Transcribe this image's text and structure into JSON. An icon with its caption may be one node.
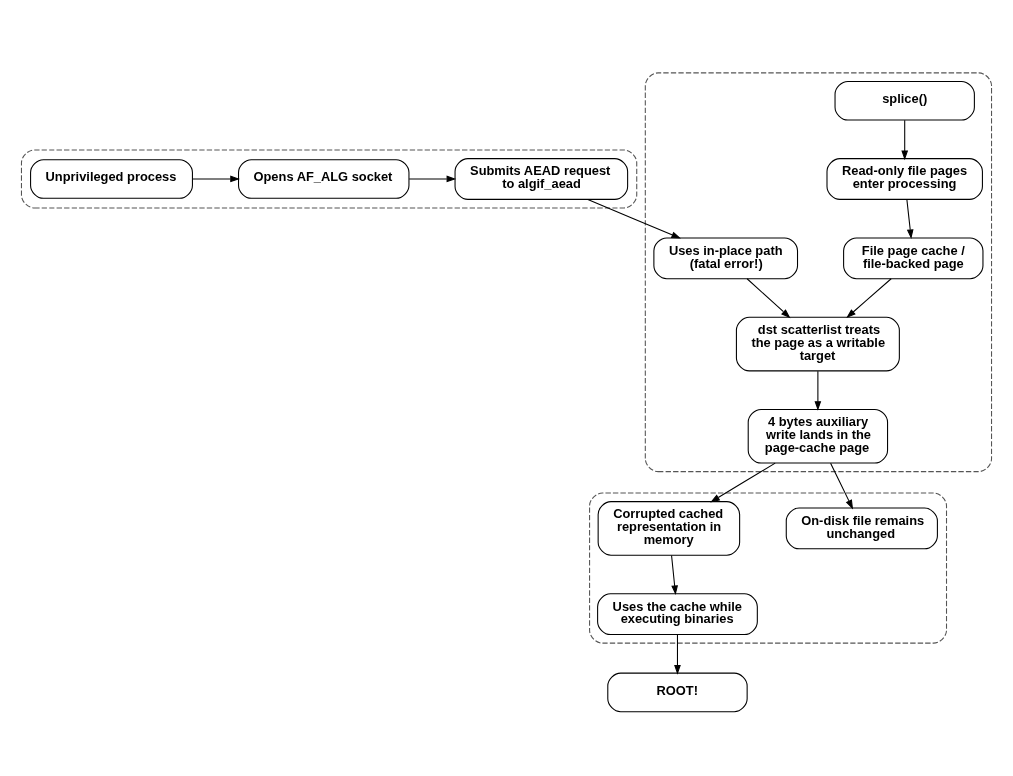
{
  "diagram": {
    "nodes": [
      {
        "text": [],
        "shape": "box"
      },
      {
        "text": [
          "Unprivileged process"
        ],
        "in": 0
      },
      {
        "text": [
          "Opens AF_ALG socket"
        ],
        "in": 0
      },
      {
        "text": [
          "Submits AEAD request to algif_aead"
        ],
        "in": 0
      },
      {
        "text": [],
        "shape": "box"
      },
      {
        "text": [
          "splice()"
        ],
        "in": 4
      },
      {
        "text": [
          "Read-only file pages enter processing"
        ],
        "in": 4
      },
      {
        "text": [
          "File page cache / file-backed page"
        ],
        "in": 4
      },
      {
        "text": [
          "Uses in-place path (fatal error!)"
        ],
        "in": 4
      },
      {
        "text": [
          "dst scatterlist treats the page as a writable target"
        ],
        "in": 4
      },
      {
        "text": [
          "4 bytes auxiliary write lands in the page-cache page"
        ],
        "in": 4
      },
      {
        "text": [],
        "shape": "box"
      },
      {
        "text": [
          "On-disk file remains unchanged"
        ],
        "in": 11
      },
      {
        "text": [
          "Corrupted cached representation in memory"
        ],
        "in": 11
      },
      {
        "text": [
          "Uses the cache while executing binaries"
        ],
        "in": 11
      },
      {
        "text": [
          "ROOT!"
        ]
      }
    ],
    "edges": [
      {
        "from": 1,
        "to": 2,
        "arrow": "to"
      },
      {
        "from": 2,
        "to": 3,
        "arrow": "to"
      },
      {
        "from": 3,
        "to": 8,
        "arrow": "to"
      },
      {
        "from": 5,
        "to": 6,
        "arrow": "to"
      },
      {
        "from": 6,
        "to": 7,
        "arrow": "to"
      },
      {
        "from": 7,
        "to": 9,
        "arrow": "to"
      },
      {
        "from": 8,
        "to": 9,
        "arrow": "to"
      },
      {
        "from": 9,
        "to": 10,
        "arrow": "to"
      },
      {
        "from": 10,
        "to": 12,
        "arrow": "to"
      },
      {
        "from": 10,
        "to": 13,
        "arrow": "to"
      },
      {
        "from": 13,
        "to": 14,
        "arrow": "to"
      },
      {
        "from": 14,
        "to": 15,
        "arrow": "to"
      }
    ]
  }
}
